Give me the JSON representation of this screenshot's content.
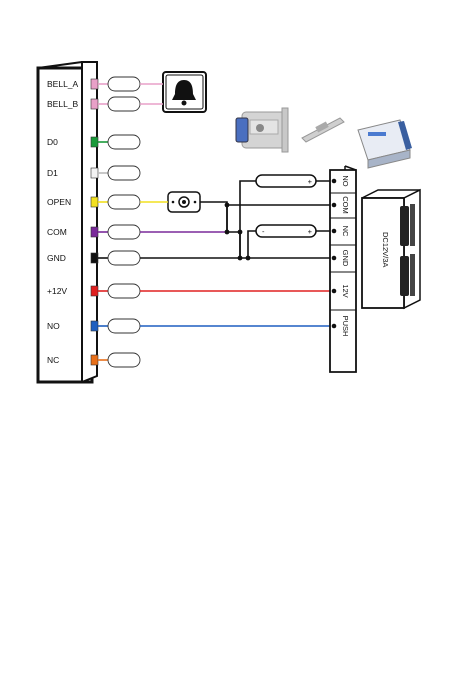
{
  "terminals": [
    {
      "label": "BELL_A",
      "color": "#e8a0c8"
    },
    {
      "label": "BELL_B",
      "color": "#e8a0c8"
    },
    {
      "label": "D0",
      "color": "#1a9a3a"
    },
    {
      "label": "D1",
      "color": "#f2f2f2"
    },
    {
      "label": "OPEN",
      "color": "#f2e020"
    },
    {
      "label": "COM",
      "color": "#7a2a9a"
    },
    {
      "label": "GND",
      "color": "#111111"
    },
    {
      "label": "+12V",
      "color": "#e02020"
    },
    {
      "label": "NO",
      "color": "#1f5fc0"
    },
    {
      "label": "NC",
      "color": "#e8701a"
    }
  ],
  "power_terminals": [
    "NO",
    "COM",
    "NC",
    "GND",
    "12V",
    "PUSH"
  ],
  "power_supply_label": "DC12V/3A",
  "icons": {
    "bell": "doorbell-icon",
    "exit_button": "exit-button-icon",
    "lock_strike": "electric-lock-icon",
    "lock_bolt": "lock-bolt-icon",
    "controller_box": "power-controller-icon"
  },
  "colors": {
    "wire_bell": "#e8a0c8",
    "wire_open": "#f2e020",
    "wire_com": "#7a2a9a",
    "wire_gnd": "#111111",
    "wire_12v": "#e02020",
    "wire_no": "#1f5fc0"
  }
}
